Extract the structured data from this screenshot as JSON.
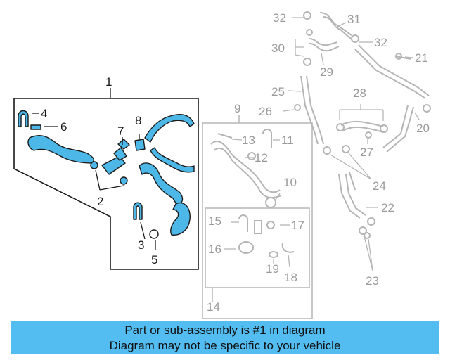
{
  "highlight_color": "#4db8e8",
  "banner_color": "#53bdf2",
  "banner": {
    "line1": "Part or sub-assembly is #1 in diagram",
    "line2": "Diagram may not be specific to your vehicle"
  },
  "callouts": {
    "main": [
      "1",
      "2",
      "3",
      "4",
      "5",
      "6",
      "7",
      "8"
    ],
    "left_group": "9",
    "left_group_parts": [
      "10",
      "11",
      "12",
      "13"
    ],
    "inner_group": "14",
    "inner_parts": [
      "15",
      "16",
      "17",
      "18",
      "19"
    ],
    "right_parts": [
      "20",
      "21",
      "22",
      "23",
      "24",
      "25",
      "26",
      "27",
      "28",
      "29",
      "30",
      "31",
      "32",
      "32"
    ]
  }
}
